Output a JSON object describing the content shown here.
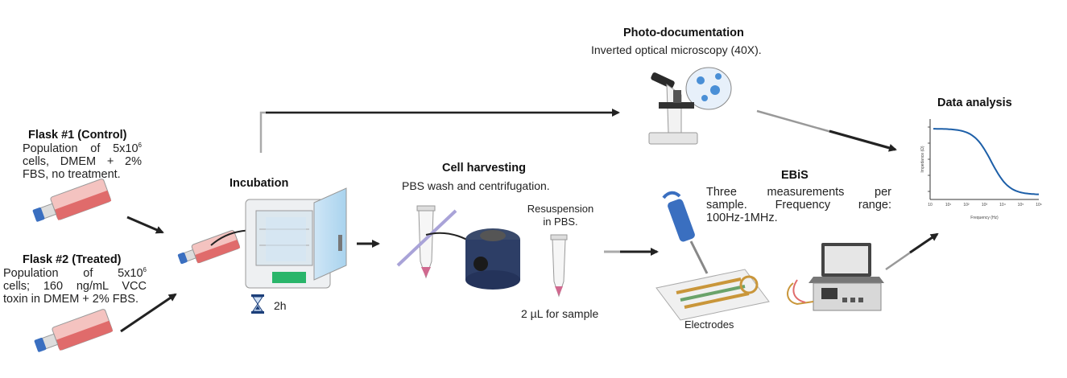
{
  "flask1": {
    "title": "Flask #1 (Control)",
    "lines": [
      "Population of 5x10",
      "6",
      "cells, DMEM + 2%",
      "FBS, no treatment."
    ]
  },
  "flask2": {
    "title": "Flask #2 (Treated)",
    "lines": [
      "Population of 5x10",
      "6",
      "cells; 160 ng/mL VCC",
      "toxin in DMEM + 2% FBS."
    ]
  },
  "incubation": {
    "title": "Incubation",
    "time": "2h"
  },
  "harvest": {
    "title": "Cell harvesting",
    "subtitle": "PBS wash and centrifugation.",
    "resuspension": "Resuspension\nin PBS.",
    "sample": "2 µL for sample"
  },
  "photo": {
    "title": "Photo-documentation",
    "subtitle": "Inverted optical microscopy (40X)."
  },
  "ebis": {
    "title": "EBiS",
    "lines": [
      "Three measurements per",
      "sample. Frequency range:",
      "100Hz-1MHz."
    ],
    "electrodes": "Electrodes"
  },
  "analysis": {
    "title": "Data analysis",
    "chart_data": {
      "type": "line",
      "ylabel": "Impedance (Ω)",
      "xlabel": "Frequency (Hz)",
      "xticks": [
        "10",
        "10¹",
        "10²",
        "10³",
        "10⁴",
        "10⁵",
        "10⁶"
      ],
      "xscale": "log"
    }
  },
  "colors": {
    "arrow": "#222222",
    "flask": "#e06b6b",
    "cap": "#3a6fc0",
    "curve": "#1d5fa8"
  },
  "icons": [
    "flask-icon",
    "hourglass-icon",
    "incubator-icon",
    "microscope-icon",
    "pipette-icon",
    "centrifuge-icon",
    "tube-icon",
    "electrode-icon",
    "laptop-icon",
    "analyzer-icon"
  ]
}
